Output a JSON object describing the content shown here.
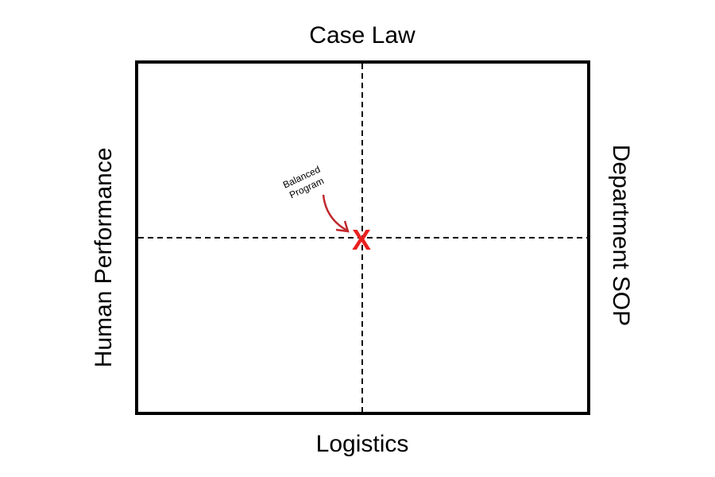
{
  "labels": {
    "top": "Case Law",
    "bottom": "Logistics",
    "left": "Human Performance",
    "right": "Department  SOP"
  },
  "annotation": {
    "line1": "Balanced",
    "line2": "Program",
    "marker": "X"
  },
  "colors": {
    "marker": "#e8201f",
    "arrow": "#c0282d"
  }
}
